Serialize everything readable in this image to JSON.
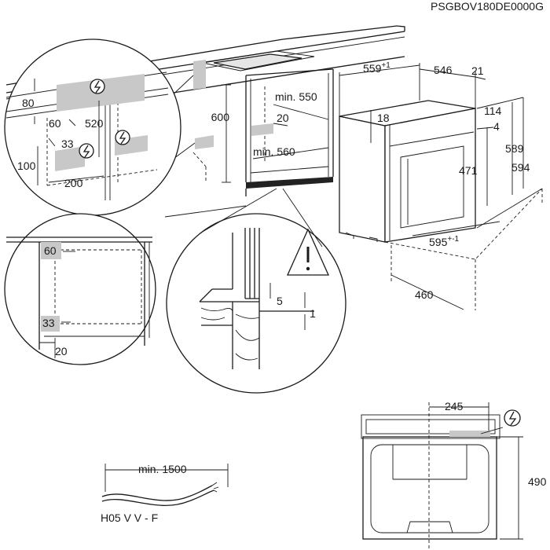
{
  "model_code": "PSGBOV180DE0000G",
  "cabinet": {
    "d_600": "600",
    "d_min550": "min. 550",
    "d_20": "20",
    "d_min560": "min. 560"
  },
  "oven": {
    "d_559": "559",
    "d_559_tol": "+1",
    "d_546": "546",
    "d_21": "21",
    "d_18": "18",
    "d_114": "114",
    "d_4": "4",
    "d_589": "589",
    "d_594": "594",
    "d_471": "471",
    "d_595": "595",
    "d_595_tol": "+-1",
    "d_460": "460"
  },
  "detail_top_left": {
    "d_80": "80",
    "d_60": "60",
    "d_520": "520",
    "d_33": "33",
    "d_100": "100",
    "d_200": "200"
  },
  "detail_mid_left": {
    "d_60": "60",
    "d_33": "33",
    "d_20": "20"
  },
  "detail_floor": {
    "d_5": "5",
    "d_1": "1"
  },
  "cable": {
    "length": "min. 1500",
    "type": "H05 V V - F"
  },
  "back_view": {
    "d_245": "245",
    "d_490": "490"
  },
  "icons": {
    "power": "power-connection-icon",
    "warning": "warning-triangle-icon"
  }
}
